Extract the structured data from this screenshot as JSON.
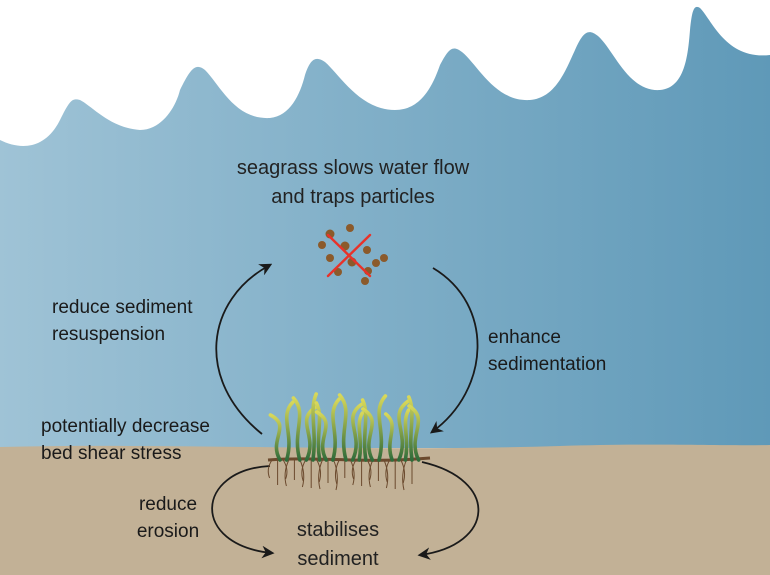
{
  "colors": {
    "water_light": "#9fc3d6",
    "water_dark": "#5f99b8",
    "sediment": "#c2b196",
    "particle": "#8b5a2b",
    "cross": "#e8322a",
    "seagrass_dark": "#2f6b3a",
    "seagrass_light": "#d8d85a",
    "root": "#6b4a2e",
    "arrow": "#1a1a1a"
  },
  "icons": [
    "particle-cluster-icon",
    "cross-mark-icon",
    "seagrass-icon"
  ],
  "labels": {
    "seagrass_slows": [
      "seagrass slows water flow",
      "and traps particles"
    ],
    "reduce_resuspension": [
      "reduce sediment",
      "resuspension"
    ],
    "enhance_sedimentation": [
      "enhance",
      "sedimentation"
    ],
    "decrease_shear": [
      "potentially decrease",
      "bed shear stress"
    ],
    "reduce_erosion": [
      "reduce",
      "erosion"
    ],
    "stabilises_sediment": [
      "stabilises",
      "sediment"
    ]
  }
}
